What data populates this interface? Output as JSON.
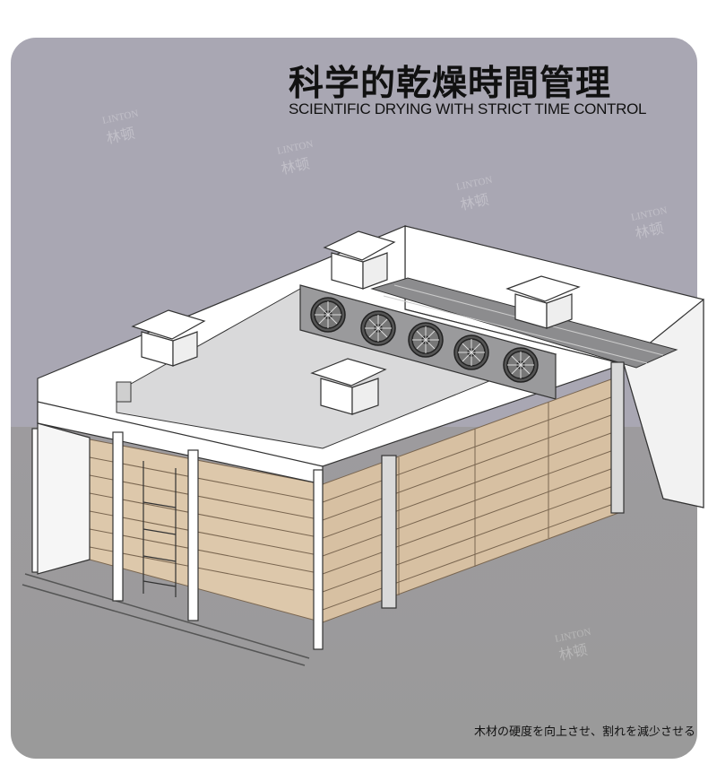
{
  "title": "科学的乾燥時間管理",
  "subtitle": "SCIENTIFIC DRYING WITH STRICT TIME CONTROL",
  "caption": "木材の硬度を向上させ、割れを減少させる",
  "watermark": {
    "brand_en": "LINTON",
    "brand_zh": "林顿"
  },
  "colors": {
    "background": "#a9a7b3",
    "floor": "#9b9b9d",
    "wall": "#ffffff",
    "wood": "#d9c2a4",
    "fan_panel": "#9a9a9c"
  },
  "illustration": {
    "icon": "drying-kiln-illustration",
    "fan_count": 5,
    "roof_vent_count": 4
  }
}
